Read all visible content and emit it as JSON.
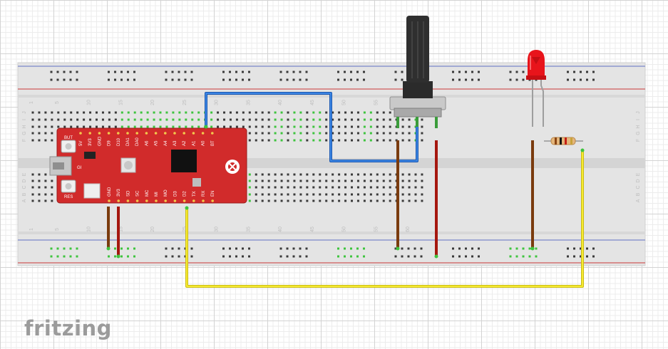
{
  "app": {
    "brand": "fritzing"
  },
  "breadboard": {
    "column_numbers": [
      "1",
      "5",
      "10",
      "15",
      "20",
      "25",
      "30",
      "35",
      "40",
      "45",
      "50",
      "55",
      "60"
    ],
    "row_letters_top": [
      "J",
      "I",
      "H",
      "G",
      "F"
    ],
    "row_letters_bottom": [
      "E",
      "D",
      "C",
      "B",
      "A"
    ]
  },
  "board": {
    "top_pins": [
      "5V",
      "3V3",
      "GND",
      "D9",
      "D10",
      "DA1",
      "DA0",
      "A6",
      "A5",
      "A4",
      "A3",
      "A2",
      "A1",
      "A0",
      "BT"
    ],
    "bottom_pins": [
      "GND",
      "3V3",
      "SD",
      "SC",
      "MC",
      "MI",
      "MO",
      "D3",
      "D2",
      "TX",
      "RX",
      "EN"
    ],
    "button_top": "BUT",
    "button_bottom": "RES",
    "chip_label": "GI"
  },
  "colors": {
    "blue_wire": "#2a6fd1",
    "yellow_wire": "#f2e31b",
    "red_wire": "#c41e16",
    "brown_wire": "#8b4513",
    "board_red": "#d12b2b",
    "led_red": "#e8141b"
  }
}
